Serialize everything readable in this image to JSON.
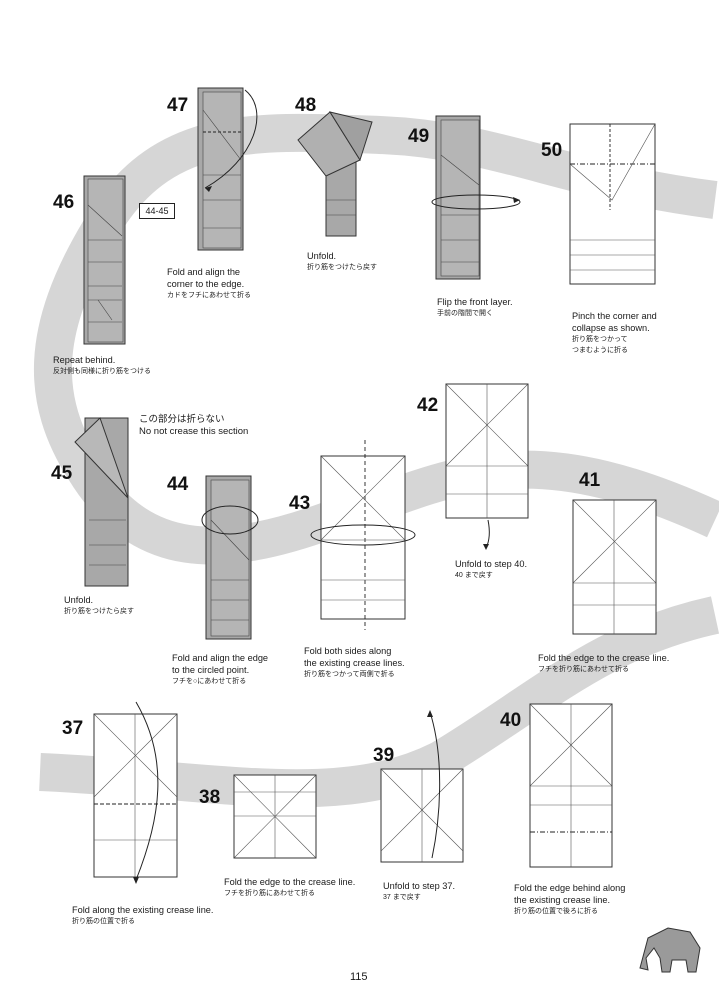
{
  "page_number": "115",
  "reference_box": "44-45",
  "section_note": {
    "jp": "この部分は折らない",
    "en": "No not crease this section"
  },
  "colors": {
    "path": "#d6d6d6",
    "paper_grey": "#a8a8a8",
    "paper_white": "#ffffff",
    "line": "#333333"
  },
  "steps": [
    {
      "id": "s46",
      "number": "46",
      "lines": [
        "Repeat behind."
      ],
      "jp": [
        "反対側も同様に折り筋をつける"
      ]
    },
    {
      "id": "s47",
      "number": "47",
      "lines": [
        "Fold and align the",
        "corner to the edge."
      ],
      "jp": [
        "カドをフチにあわせて折る"
      ]
    },
    {
      "id": "s48",
      "number": "48",
      "lines": [
        "Unfold."
      ],
      "jp": [
        "折り筋をつけたら戻す"
      ]
    },
    {
      "id": "s49",
      "number": "49",
      "lines": [
        "Flip the front layer."
      ],
      "jp": [
        "手前の階間で開く"
      ]
    },
    {
      "id": "s50",
      "number": "50",
      "lines": [
        "Pinch the corner and",
        "collapse as shown."
      ],
      "jp": [
        "折り筋をつかって",
        "つまむように折る"
      ]
    },
    {
      "id": "s45",
      "number": "45",
      "lines": [
        "Unfold."
      ],
      "jp": [
        "折り筋をつけたら戻す"
      ]
    },
    {
      "id": "s44",
      "number": "44",
      "lines": [
        "Fold and align the edge",
        "to the circled point."
      ],
      "jp": [
        "フチを○にあわせて折る"
      ]
    },
    {
      "id": "s43",
      "number": "43",
      "lines": [
        "Fold both sides along",
        "the existing crease lines."
      ],
      "jp": [
        "折り筋をつかって両側で折る"
      ]
    },
    {
      "id": "s42",
      "number": "42",
      "lines": [
        "Unfold to step 40."
      ],
      "jp": [
        "40 まで戻す"
      ]
    },
    {
      "id": "s41",
      "number": "41",
      "lines": [
        "Fold the edge to the crease line."
      ],
      "jp": [
        "フチを折り筋にあわせて折る"
      ]
    },
    {
      "id": "s37",
      "number": "37",
      "lines": [
        "Fold along the existing crease line."
      ],
      "jp": [
        "折り筋の位置で折る"
      ]
    },
    {
      "id": "s38",
      "number": "38",
      "lines": [
        "Fold the edge to the crease line."
      ],
      "jp": [
        "フチを折り筋にあわせて折る"
      ]
    },
    {
      "id": "s39",
      "number": "39",
      "lines": [
        "Unfold to step 37."
      ],
      "jp": [
        "37 まで戻す"
      ]
    },
    {
      "id": "s40",
      "number": "40",
      "lines": [
        "Fold the edge behind along",
        "the existing crease line."
      ],
      "jp": [
        "折り筋の位置で後ろに折る"
      ]
    }
  ]
}
